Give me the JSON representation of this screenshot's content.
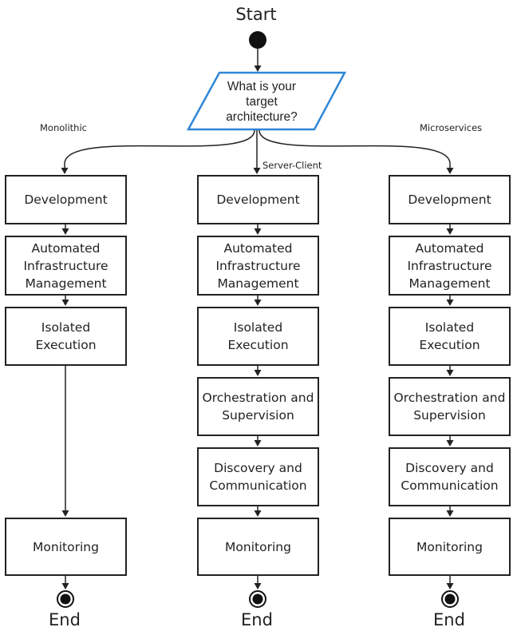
{
  "start_label": "Start",
  "decision": "What is your\ntarget\narchitecture?",
  "branches": [
    {
      "name": "Monolithic",
      "steps": [
        "Development",
        "Automated\nInfrastructure\nManagement",
        "Isolated Execution",
        "Monitoring"
      ],
      "end_label": "End"
    },
    {
      "name": "Server-Client",
      "steps": [
        "Development",
        "Automated\nInfrastructure\nManagement",
        "Isolated Execution",
        "Orchestration and\nSupervision",
        "Discovery and\nCommunication",
        "Monitoring"
      ],
      "end_label": "End"
    },
    {
      "name": "Microservices",
      "steps": [
        "Development",
        "Automated\nInfrastructure\nManagement",
        "Isolated Execution",
        "Orchestration and\nSupervision",
        "Discovery and\nCommunication",
        "Monitoring"
      ],
      "end_label": "End"
    }
  ]
}
